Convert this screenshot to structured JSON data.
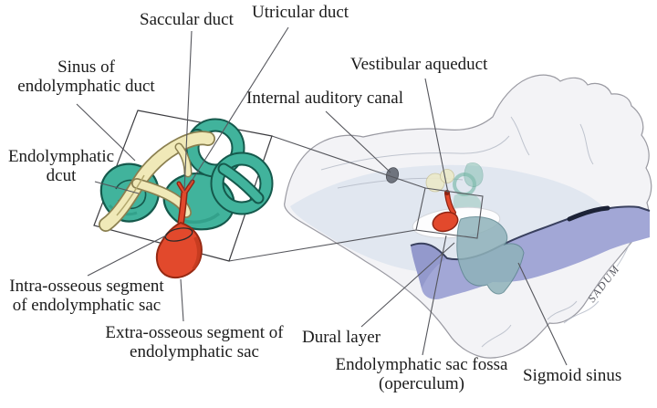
{
  "figure": {
    "type": "anatomical-diagram",
    "subject": "Endolymphatic duct and sac anatomy within the temporal bone, with magnified inner-ear inset",
    "labels": {
      "saccular_duct": "Saccular duct",
      "utricular_duct": "Utricular duct",
      "sinus_line1": "Sinus of",
      "sinus_line2": "endolymphatic duct",
      "vestibular_aqueduct": "Vestibular aqueduct",
      "internal_auditory_canal": "Internal auditory canal",
      "endolymphatic_line1": "Endolymphatic",
      "endolymphatic_line2": "dcut",
      "intra_line1": "Intra-osseous segment",
      "intra_line2": "of endolymphatic sac",
      "extra_line1": "Extra-osseous segment of",
      "extra_line2": "endolymphatic sac",
      "dural_layer": "Dural layer",
      "fossa_line1": "Endolymphatic sac fossa",
      "fossa_line2": "(operculum)",
      "sigmoid_sinus": "Sigmoid sinus",
      "signature": "SADUM"
    },
    "colors": {
      "background": "#ffffff",
      "label_text": "#1b1b1b",
      "leader_line": "#55565c",
      "labyrinth_teal": "#41b39c",
      "labyrinth_outline": "#15594c",
      "labyrinth_shade": "#2e9a85",
      "nerve_yellow": "#f0e9b8",
      "nerve_outline": "#8a7f50",
      "sac_red": "#e2492c",
      "sac_outline": "#8e2413",
      "sigmoid_purple": "#a2a7d6",
      "sigmoid_edge_navy": "#39405e",
      "dural_teal_gray": "#8fb2ba",
      "bone_fill": "#f3f3f6",
      "bone_wash_blue": "#dfe6ef",
      "bone_outline_gray": "#9a9aa2",
      "iac_dot_gray": "#6f747e"
    }
  }
}
